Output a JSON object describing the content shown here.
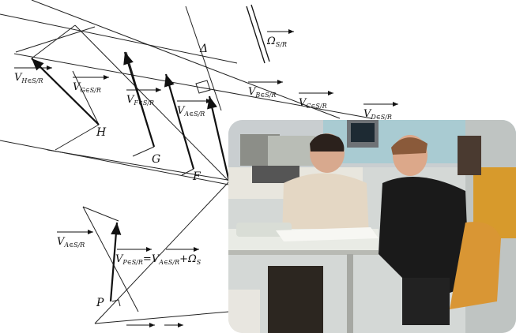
{
  "diagram": {
    "labels": {
      "omega": "Ω",
      "omega_sub": "S/R",
      "delta": "Δ",
      "vH": "V",
      "vH_sub": "H∈S/R",
      "vG": "V",
      "vG_sub": "G∈S/R",
      "vF": "V",
      "vF_sub": "F∈S/R",
      "vA": "V",
      "vA_sub": "A∈S/R",
      "vB": "V",
      "vB_sub": "B∈S/R",
      "vC": "V",
      "vC_sub": "C∈S/R",
      "vD": "V",
      "vD_sub": "D∈S/R",
      "H": "H",
      "G": "G",
      "F": "F",
      "P": "P",
      "vA2": "V",
      "vA2_sub": "A∈S/R",
      "formula_lhs": "V",
      "formula_lhs_sub": "P∈S/R",
      "formula_eq": "=",
      "formula_r1": "V",
      "formula_r1_sub": "A∈S/R",
      "formula_plus": "+",
      "formula_r2": "Ω",
      "formula_r2_sub": "S"
    }
  },
  "photo": {
    "description_icon": "classroom-photo"
  }
}
